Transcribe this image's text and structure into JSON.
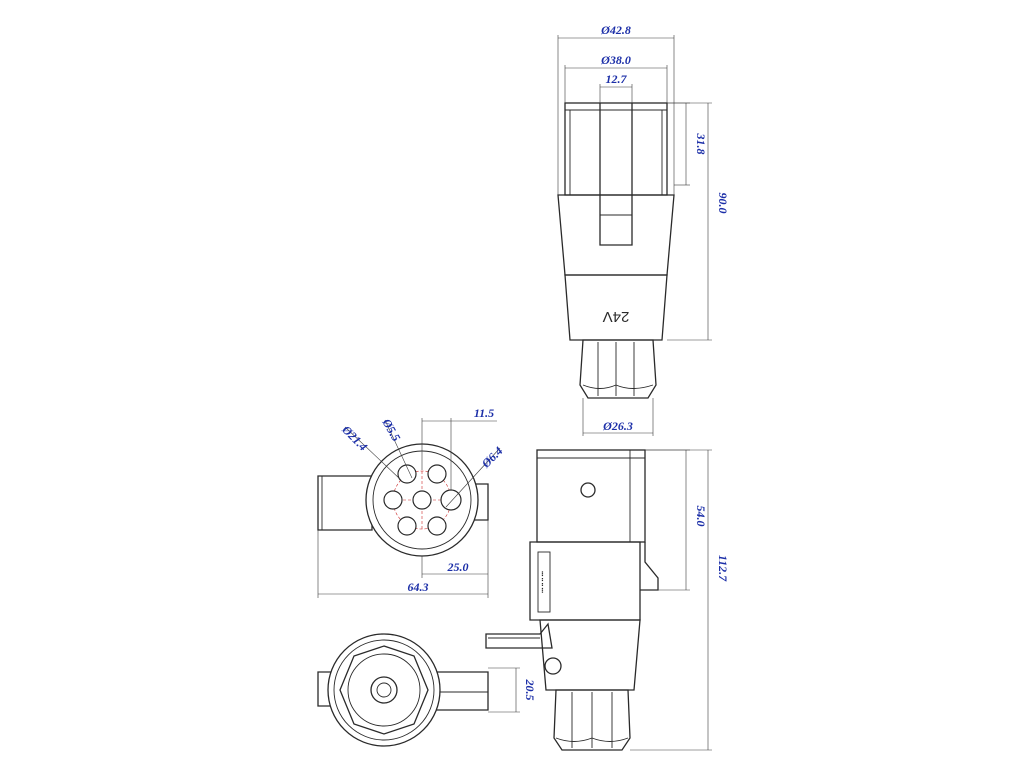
{
  "views": {
    "top_view": {
      "dims": {
        "outer_diameter": "Ø42.8",
        "inner_diameter": "Ø38.0",
        "slot_width": "12.7",
        "upper_height": "31.8",
        "total_height": "90.0",
        "nut_diameter": "Ø26.3"
      },
      "marking": "24V"
    },
    "front_view": {
      "dims": {
        "pin_circle": "Ø21.4",
        "pin_diameter": "Ø5.5",
        "pin_offset": "11.5",
        "large_pin": "Ø6.4",
        "center_to_edge": "25.0",
        "overall_width": "64.3"
      }
    },
    "side_view": {
      "dims": {
        "head_height": "54.0",
        "overall_length": "112.7"
      }
    },
    "bottom_view": {
      "dims": {
        "tab_height": "20.5"
      }
    }
  },
  "colors": {
    "dimension_text": "#1c2fa8",
    "outline": "#2a2a2a",
    "pin_circle_line": "#cc2b2b"
  }
}
